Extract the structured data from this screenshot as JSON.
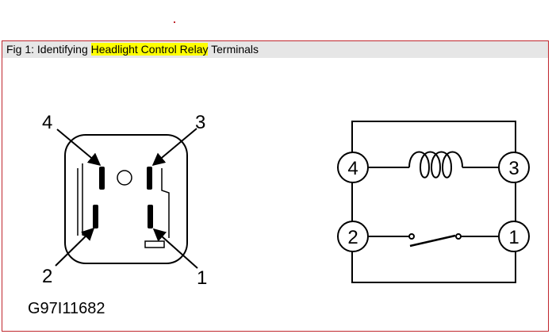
{
  "figure": {
    "caption_prefix": "Fig 1: Identifying ",
    "caption_highlight": "Headlight Control Relay",
    "caption_suffix": " Terminals",
    "highlight_color": "#ffff00",
    "border_color": "#c0272d"
  },
  "relay_view": {
    "terminal_labels": {
      "t4": "4",
      "t3": "3",
      "t2": "2",
      "t1": "1"
    },
    "part_code": "G97I11682"
  },
  "schematic": {
    "terminals": {
      "t4": "4",
      "t3": "3",
      "t2": "2",
      "t1": "1"
    },
    "elements": [
      "coil-symbol",
      "switch-symbol"
    ]
  }
}
